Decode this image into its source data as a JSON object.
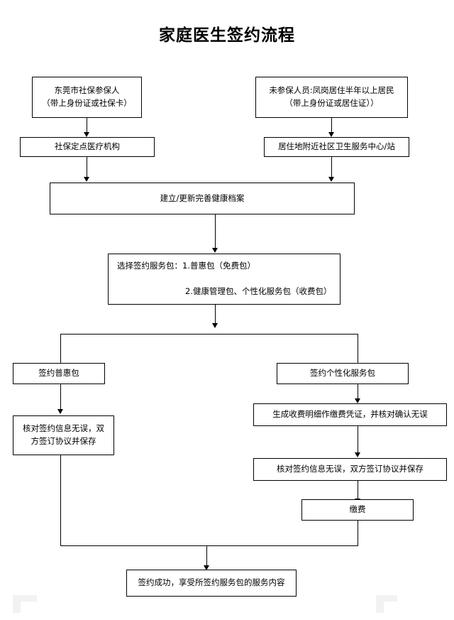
{
  "title": "家庭医生签约流程",
  "nodes": {
    "insured_person": "东莞市社保参保人\n（带上身份证或社保卡）",
    "uninsured_person": "未参保人员:凤岗居住半年以上居民\n（带上身份证或居住证））",
    "designated_institution": "社保定点医疗机构",
    "community_center": "居住地附近社区卫生服务中心/站",
    "health_record": "建立/更新完善健康档案",
    "choose_package_line1": "选择签约服务包：1.普惠包（免费包）",
    "choose_package_line2": "2.健康管理包、个性化服务包（收费包）",
    "sign_basic_package": "签约普惠包",
    "sign_personalized_package": "签约个性化服务包",
    "basic_confirm_sign": "核对签约信息无误，双\n方签订协议并保存",
    "generate_fee_detail": "生成收费明细作缴费凭证，并核对确认无误",
    "personalized_confirm_sign": "核对签约信息无误，双方签订协议并保存",
    "payment": "缴费",
    "success": "签约成功，享受所签约服务包的服务内容"
  },
  "colors": {
    "border": "#000000",
    "text": "#000000",
    "background": "#ffffff",
    "watermark": "#f2f2f2"
  }
}
